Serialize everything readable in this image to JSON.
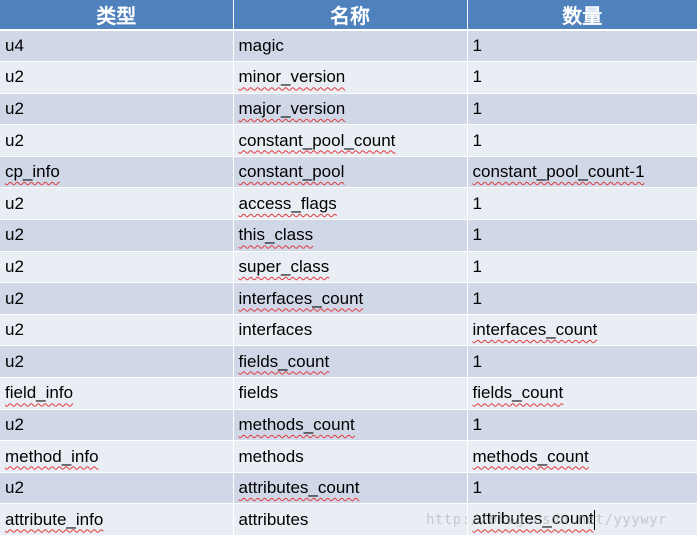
{
  "table": {
    "headers": [
      "类型",
      "名称",
      "数量"
    ],
    "rows": [
      {
        "type": "u4",
        "name": "magic",
        "count": "1"
      },
      {
        "type": "u2",
        "name": "minor_version",
        "count": "1"
      },
      {
        "type": "u2",
        "name": "major_version",
        "count": "1"
      },
      {
        "type": "u2",
        "name": "constant_pool_count",
        "count": "1"
      },
      {
        "type": "cp_info",
        "name": "constant_pool",
        "count": "constant_pool_count-1"
      },
      {
        "type": "u2",
        "name": "access_flags",
        "count": "1"
      },
      {
        "type": "u2",
        "name": "this_class",
        "count": "1"
      },
      {
        "type": "u2",
        "name": "super_class",
        "count": "1"
      },
      {
        "type": "u2",
        "name": "interfaces_count",
        "count": "1"
      },
      {
        "type": "u2",
        "name": "interfaces",
        "count": "interfaces_count"
      },
      {
        "type": "u2",
        "name": "fields_count",
        "count": "1"
      },
      {
        "type": "field_info",
        "name": "fields",
        "count": "fields_count"
      },
      {
        "type": "u2",
        "name": "methods_count",
        "count": "1"
      },
      {
        "type": "method_info",
        "name": "methods",
        "count": "methods_count"
      },
      {
        "type": "u2",
        "name": "attributes_count",
        "count": "1"
      },
      {
        "type": "attribute_info",
        "name": "attributes",
        "count": "attributes_count"
      }
    ]
  },
  "watermark": "http://blog.csdn.net/yyywyr"
}
